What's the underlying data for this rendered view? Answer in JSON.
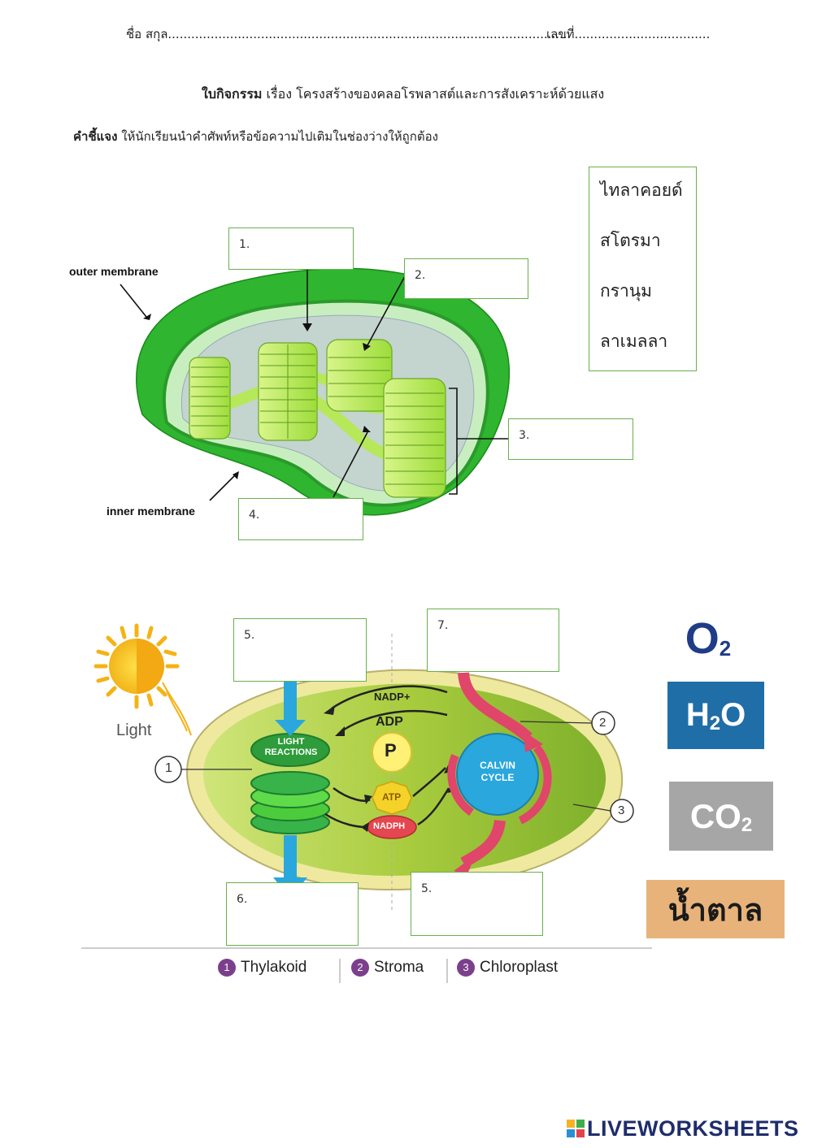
{
  "header": {
    "name_line": "ชื่อ สกุล.......................................................................................................",
    "number_line": "เลขที่..................................."
  },
  "title": {
    "prefix": "ใบกิจกรรม",
    "text": " เรื่อง โครงสร้างของคลอโรพลาสต์และการสังเคราะห์ด้วยแสง"
  },
  "instruction": {
    "prefix": "คำชี้แจง",
    "text": " ให้นักเรียนนำคำศัพท์หรือข้อความไปเติมในช่องว่างให้ถูกต้อง"
  },
  "word_bank": [
    "ไทลาคอยด์",
    "สโตรมา",
    "กรานุม",
    "ลาเมลลา"
  ],
  "diagram1": {
    "outer_label": "outer membrane",
    "inner_label": "inner membrane",
    "boxes": [
      "1.",
      "2.",
      "3.",
      "4."
    ]
  },
  "diagram2": {
    "light_label": "Light",
    "light_reactions": [
      "LIGHT",
      "REACTIONS"
    ],
    "calvin": [
      "CALVIN",
      "CYCLE"
    ],
    "nadp": "NADP+",
    "adp": "ADP",
    "p": "P",
    "atp": "ATP",
    "nadph": "NADPH",
    "circle_labels": [
      "1",
      "2",
      "3"
    ],
    "boxes": [
      "5.",
      "7.",
      "6.",
      "5."
    ]
  },
  "legend": [
    {
      "num": "1",
      "label": "Thylakoid"
    },
    {
      "num": "2",
      "label": "Stroma"
    },
    {
      "num": "3",
      "label": "Chloroplast"
    }
  ],
  "answer_tiles": {
    "o2": {
      "main": "O",
      "sub": "2"
    },
    "h2o": {
      "main": "H",
      "sub": "2",
      "tail": "O"
    },
    "co2": {
      "main": "CO",
      "sub": "2"
    },
    "sugar": "น้ำตาล"
  },
  "brand": "LIVEWORKSHEETS",
  "colors": {
    "box_border": "#6ab04c",
    "chloroplast_green": "#2db52d",
    "thylakoid": "#a8e34a",
    "calvin_blue": "#2aa7dd",
    "arrow_red": "#e0456a"
  }
}
